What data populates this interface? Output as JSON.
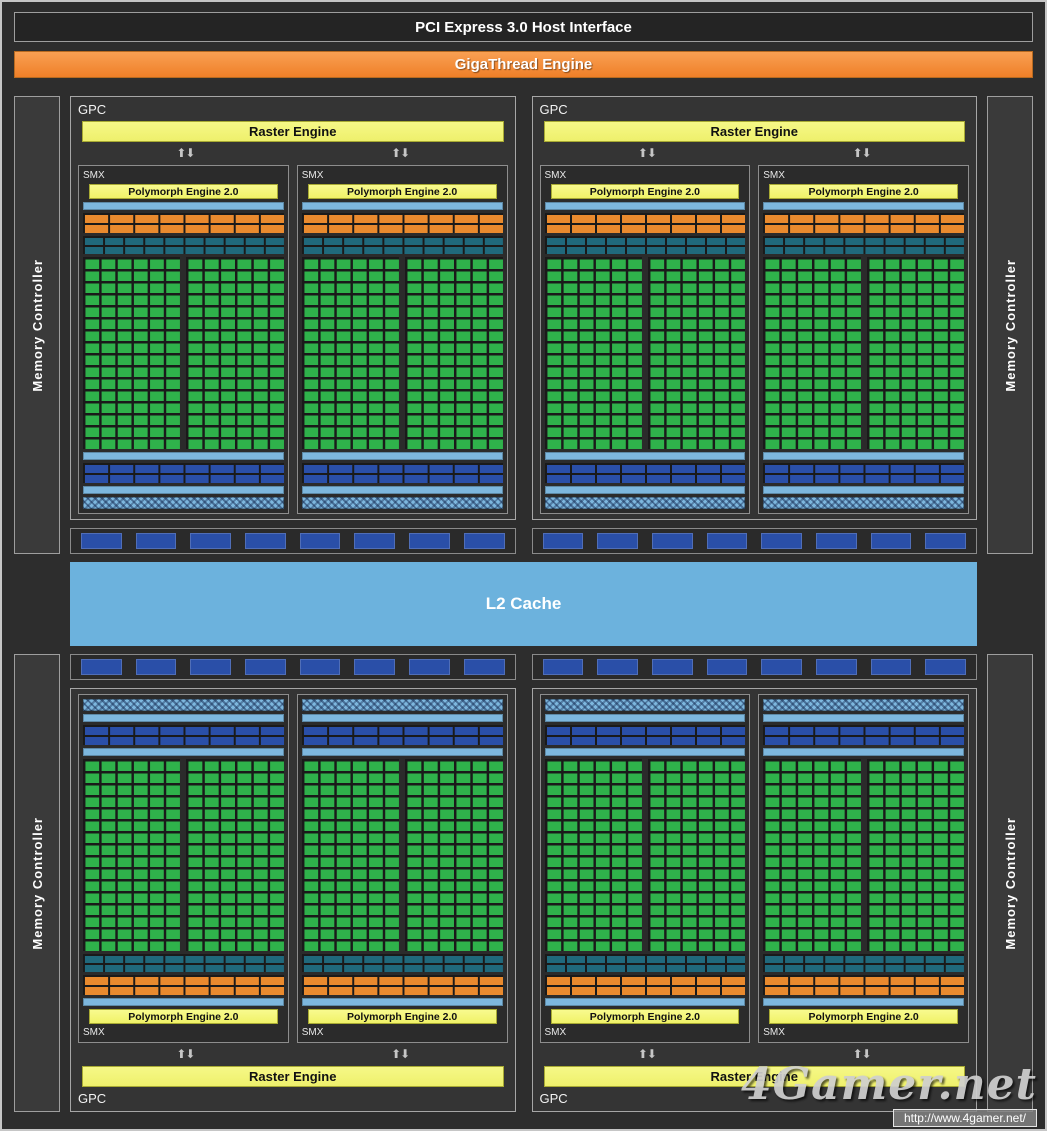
{
  "header": {
    "host_interface": "PCI Express 3.0 Host Interface",
    "gigathread": "GigaThread Engine"
  },
  "labels": {
    "gpc": "GPC",
    "raster": "Raster Engine",
    "smx": "SMX",
    "polymorph": "Polymorph Engine 2.0",
    "l2": "L2 Cache",
    "memory_controller": "Memory Controller"
  },
  "icons": {
    "up_arrow": "⬆",
    "down_arrow": "⬇"
  },
  "watermark": {
    "brand": "4Gamer.net",
    "url": "http://www.4gamer.net/"
  },
  "structure": {
    "gpc_count": 4,
    "smx_per_gpc": 2,
    "memory_controllers": 4,
    "rop_blocks_per_strip": 8,
    "core_columns_per_half": 6
  },
  "colors": {
    "page-bg": "#2d2d2d",
    "panel-border": "#9e9e9e",
    "host-bar-bg": "#242424",
    "gigathread-orange": "#ef7f28",
    "gigathread-orange-light": "#f9a053",
    "raster-yellow": "#eef06c",
    "polymorph-yellow": "#f0f268",
    "core-green": "#2fb24b",
    "cell-orange": "#e98a2e",
    "band-teal": "#20697c",
    "block-blue": "#2a4fa8",
    "band-lightblue": "#7db7de",
    "l2-blue": "#6cb2dd",
    "mc-bg": "#3a3a3a",
    "grid-gap-dark": "#1a1a1a"
  }
}
